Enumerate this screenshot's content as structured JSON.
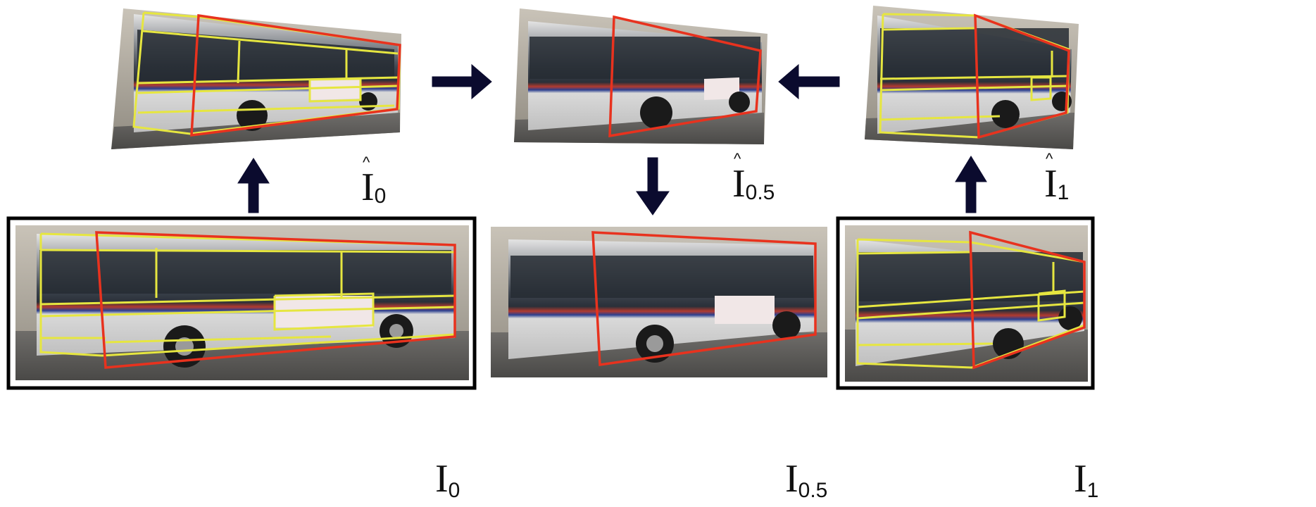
{
  "labels": {
    "i0": {
      "base": "I",
      "sub": "0"
    },
    "i05": {
      "base": "I",
      "sub": "0.5"
    },
    "i1": {
      "base": "I",
      "sub": "1"
    },
    "i0_hat": {
      "base": "I",
      "sub": "0",
      "accent": "^"
    },
    "i05_hat": {
      "base": "I",
      "sub": "0.5",
      "accent": "^"
    },
    "i1_hat": {
      "base": "I",
      "sub": "1",
      "accent": "^"
    }
  },
  "colors": {
    "outline_red": "#e8321e",
    "outline_yellow": "#e6e640",
    "arrow": "#0b0b2e",
    "frame": "#000000"
  },
  "icons": {
    "arrow_right": "arrow-right-icon",
    "arrow_left": "arrow-left-icon",
    "arrow_up": "arrow-up-icon",
    "arrow_down": "arrow-down-icon"
  }
}
